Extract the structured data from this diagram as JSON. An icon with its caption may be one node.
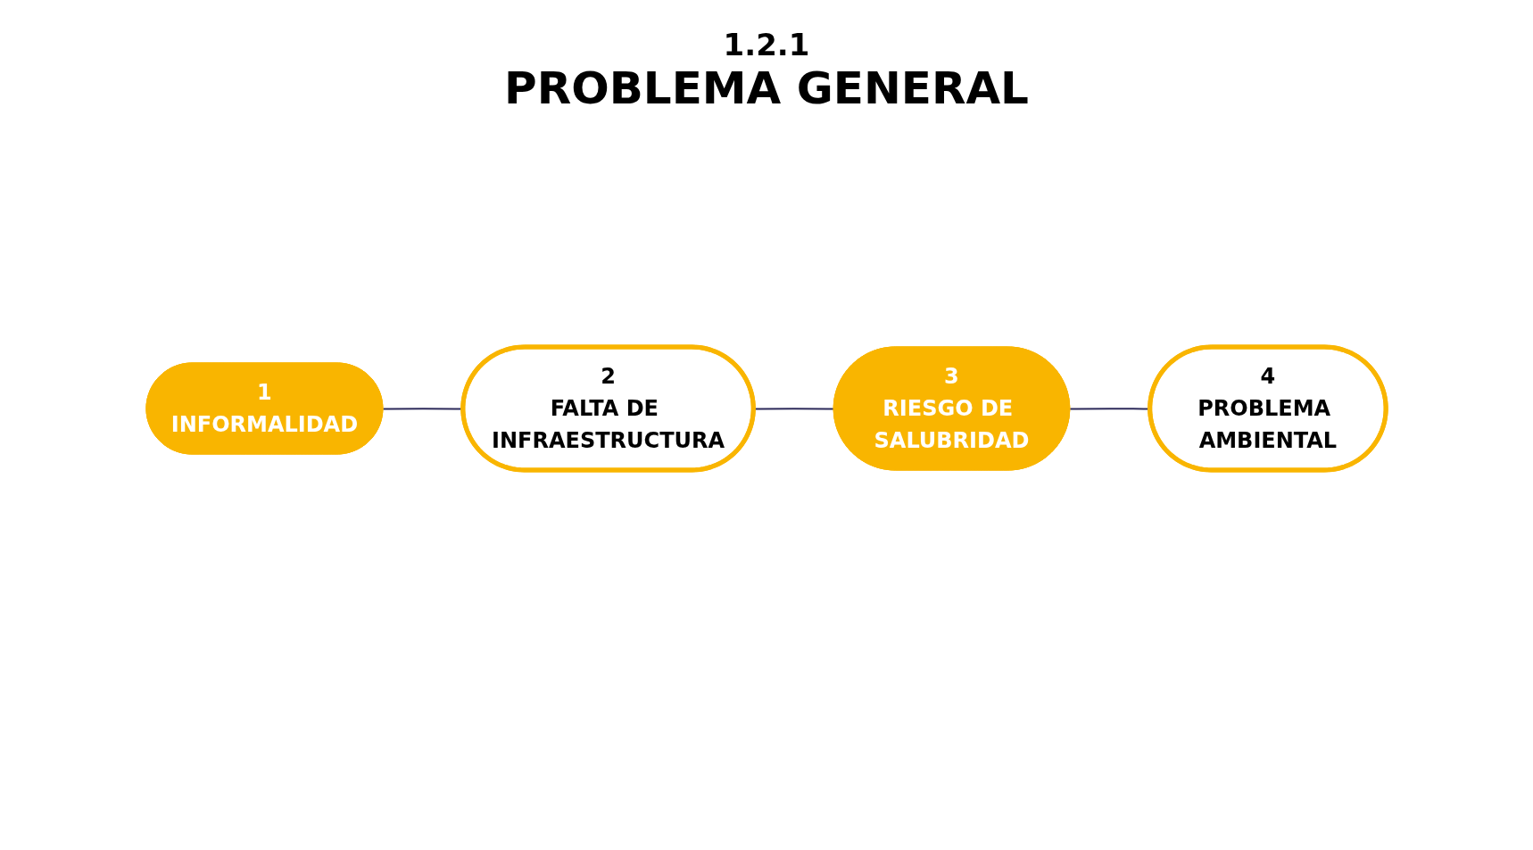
{
  "diagram": {
    "nodes": [
      {
        "text": [
          "1",
          "INFORMALIDAD"
        ]
      },
      {
        "text": [
          "2",
          "FALTA DE INFRAESTRUCTURA"
        ]
      },
      {
        "text": [
          "3",
          "RIESGO DE SALUBRIDAD"
        ]
      },
      {
        "text": [
          "4",
          "PROBLEMA AMBIENTAL"
        ]
      }
    ],
    "edges": [
      {
        "from": 0,
        "to": 1,
        "arrow": "none"
      },
      {
        "from": 1,
        "to": 2,
        "arrow": "none"
      },
      {
        "from": 2,
        "to": 3,
        "arrow": "none"
      }
    ],
    "labels": [
      "1.2.1",
      "PROBLEMA GENERAL"
    ]
  }
}
